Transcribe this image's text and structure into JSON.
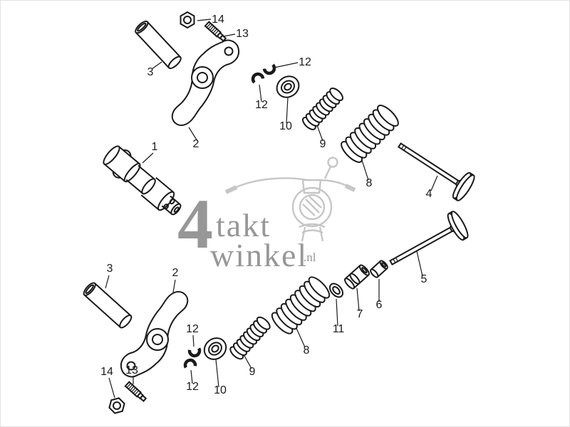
{
  "page": {
    "background": "#ffffff",
    "border": "#e3e3e3"
  },
  "diagram": {
    "ink": "#1a1a1a",
    "callouts": [
      {
        "label": "14"
      },
      {
        "label": "13"
      },
      {
        "label": "3"
      },
      {
        "label": "2"
      },
      {
        "label": "12"
      },
      {
        "label": "12"
      },
      {
        "label": "10"
      },
      {
        "label": "9"
      },
      {
        "label": "8"
      },
      {
        "label": "4"
      },
      {
        "label": "1"
      },
      {
        "label": "3"
      },
      {
        "label": "2"
      },
      {
        "label": "14"
      },
      {
        "label": "13"
      },
      {
        "label": "12"
      },
      {
        "label": "12"
      },
      {
        "label": "10"
      },
      {
        "label": "9"
      },
      {
        "label": "8"
      },
      {
        "label": "11"
      },
      {
        "label": "7"
      },
      {
        "label": "6"
      },
      {
        "label": "5"
      }
    ]
  },
  "watermark": {
    "big_numeral": "4",
    "word_top": "takt",
    "word_bottom": "winkel",
    "domain_suffix": ".nl",
    "text_color": "#979797",
    "art_color": "#c6c6c6"
  }
}
